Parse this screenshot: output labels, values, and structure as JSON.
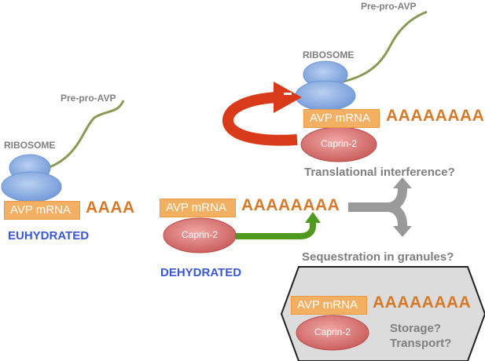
{
  "labels": {
    "pre_pro_avp_top": "Pre-pro-AVP",
    "pre_pro_avp_left": "Pre-pro-AVP",
    "ribosome_top": "RIBOSOME",
    "ribosome_left": "RIBOSOME",
    "translational_interference": "Translational interference?",
    "sequestration": "Sequestration in granules?",
    "storage": "Storage?",
    "transport": "Transport?"
  },
  "states": {
    "euhydrated": "EUHYDRATED",
    "dehydrated": "DEHYDRATED"
  },
  "mrna": {
    "label": "AVP mRNA",
    "polya_short": "AAAA",
    "polya_long": "AAAAAAAA"
  },
  "caprin": {
    "label": "Caprin-2"
  },
  "colors": {
    "ribosome": "#8fb3e8",
    "mrna_box": "#f4b062",
    "polya_text": "#d67a2a",
    "caprin": "#d9716f",
    "peptide": "#8a9a55",
    "red_arrow": "#d93a1a",
    "green_arrow": "#4f9a1e",
    "gray_arrow": "#9a9a9a",
    "state_text": "#3a57d6",
    "granule_fill": "#dcdcdc"
  }
}
